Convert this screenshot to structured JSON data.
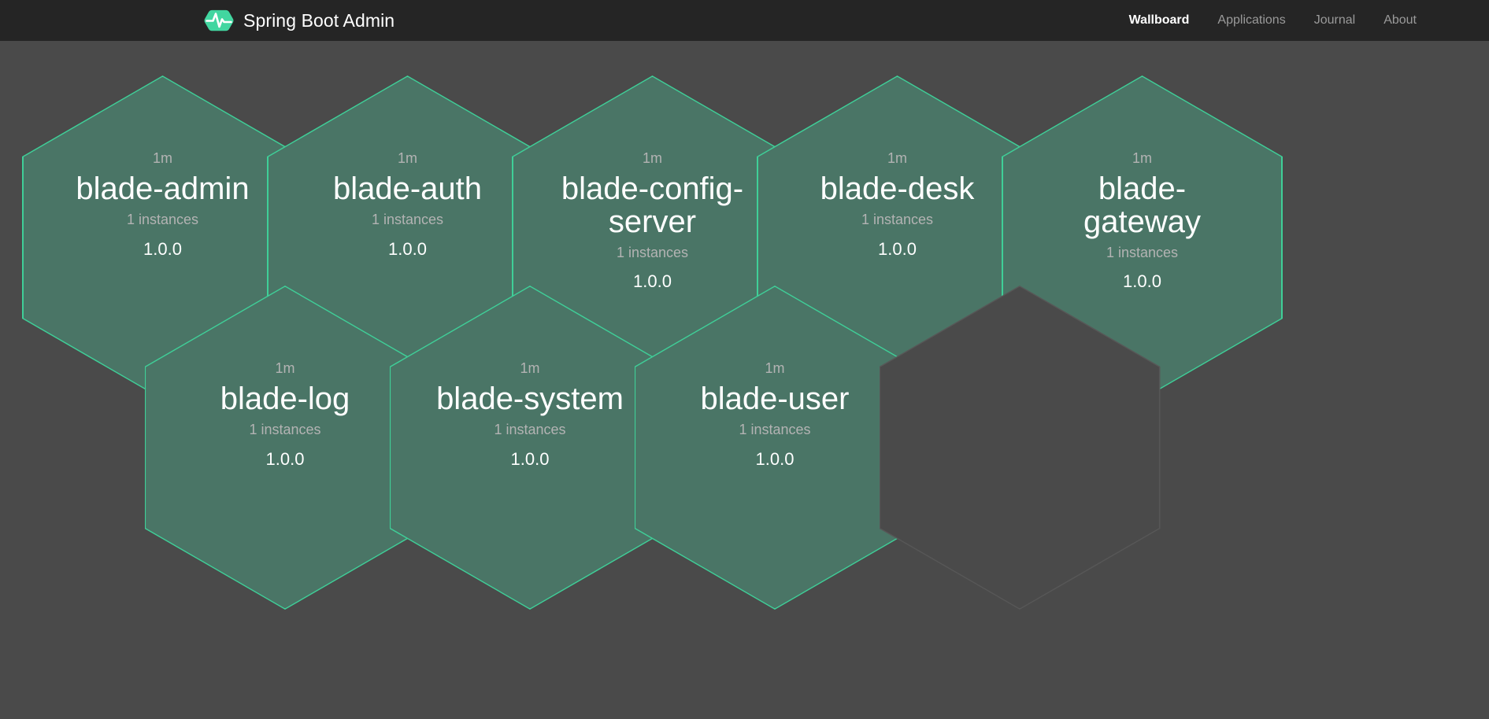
{
  "header": {
    "brand_name": "Spring Boot Admin",
    "logo_icon": "heartbeat-hexagon-logo",
    "nav": [
      {
        "label": "Wallboard",
        "active": true,
        "name": "nav-link-wallboard"
      },
      {
        "label": "Applications",
        "active": false,
        "name": "nav-link-applications"
      },
      {
        "label": "Journal",
        "active": false,
        "name": "nav-link-journal"
      },
      {
        "label": "About",
        "active": false,
        "name": "nav-link-about"
      }
    ]
  },
  "colors": {
    "navbar_background": "#252525",
    "page_background": "#4a4a4a",
    "hex_border_up": "#3fcf98",
    "hex_fill_up": "#4a7566",
    "hex_border_empty": "#575757",
    "accent_green": "#42d6a0",
    "text_primary": "#ffffff",
    "text_muted": "#b3b3b3"
  },
  "wallboard": {
    "applications": [
      {
        "name": "blade-admin",
        "uptime": "1m",
        "instances": "1 instances",
        "version": "1.0.0",
        "status": "up",
        "row": 1,
        "col": 1
      },
      {
        "name": "blade-auth",
        "uptime": "1m",
        "instances": "1 instances",
        "version": "1.0.0",
        "status": "up",
        "row": 1,
        "col": 2
      },
      {
        "name": "blade-config-server",
        "uptime": "1m",
        "instances": "1 instances",
        "version": "1.0.0",
        "status": "up",
        "row": 1,
        "col": 3
      },
      {
        "name": "blade-desk",
        "uptime": "1m",
        "instances": "1 instances",
        "version": "1.0.0",
        "status": "up",
        "row": 1,
        "col": 4
      },
      {
        "name": "blade-gateway",
        "uptime": "1m",
        "instances": "1 instances",
        "version": "1.0.0",
        "status": "up",
        "row": 1,
        "col": 5
      },
      {
        "name": "blade-log",
        "uptime": "1m",
        "instances": "1 instances",
        "version": "1.0.0",
        "status": "up",
        "row": 2,
        "col": 1
      },
      {
        "name": "blade-system",
        "uptime": "1m",
        "instances": "1 instances",
        "version": "1.0.0",
        "status": "up",
        "row": 2,
        "col": 2
      },
      {
        "name": "blade-user",
        "uptime": "1m",
        "instances": "1 instances",
        "version": "1.0.0",
        "status": "up",
        "row": 2,
        "col": 3
      }
    ],
    "placeholder_count": 1
  }
}
